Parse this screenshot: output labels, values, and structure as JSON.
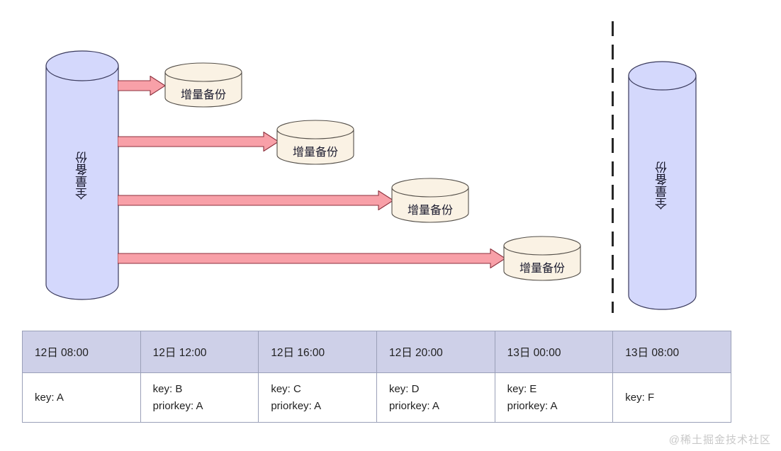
{
  "diagram": {
    "source_cylinders": [
      {
        "id": "left-full-backup",
        "label": "全量备份"
      },
      {
        "id": "right-full-backup",
        "label": "全量备份"
      }
    ],
    "incremental_cylinders": [
      {
        "label": "增量备份"
      },
      {
        "label": "增量备份"
      },
      {
        "label": "增量备份"
      },
      {
        "label": "增量备份"
      }
    ],
    "arrow_count": 4,
    "divider": "dashed-vertical-line",
    "colors": {
      "full_backup_fill": "#d4d8fc",
      "full_backup_stroke": "#3a3a5c",
      "incremental_fill": "#faf2e4",
      "incremental_stroke": "#55504a",
      "arrow_fill": "#f8a0a8",
      "arrow_stroke": "#8c2f3c",
      "divider_color": "#262626",
      "table_header_bg": "#ced0e8",
      "table_border": "#9aa0b8"
    }
  },
  "table": {
    "headers": [
      "12日 08:00",
      "12日 12:00",
      "12日 16:00",
      "12日 20:00",
      "13日 00:00",
      "13日 08:00"
    ],
    "rows": [
      [
        {
          "lines": [
            "key: A"
          ]
        },
        {
          "lines": [
            "key: B",
            "priorkey: A"
          ]
        },
        {
          "lines": [
            "key: C",
            "priorkey: A"
          ]
        },
        {
          "lines": [
            "key: D",
            "priorkey: A"
          ]
        },
        {
          "lines": [
            "key: E",
            "priorkey: A"
          ]
        },
        {
          "lines": [
            "key: F"
          ]
        }
      ]
    ]
  },
  "watermark": {
    "text": "@稀土掘金技术社区"
  }
}
